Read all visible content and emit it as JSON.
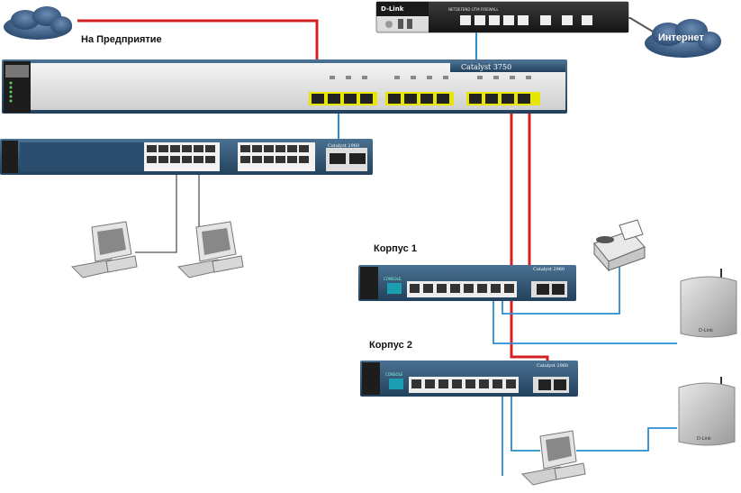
{
  "labels": {
    "enterprise": "На Предприятие",
    "internet": "Интернет",
    "building1": "Корпус 1",
    "building2": "Корпус 2"
  },
  "devices": {
    "core_switch": {
      "model": "Catalyst 3750"
    },
    "access_switch": {
      "model": "Catalyst 2960"
    },
    "building1_switch": {
      "model": "Catalyst 2960"
    },
    "building2_switch": {
      "model": "Catalyst 2960"
    },
    "firewall": {
      "brand": "D-Link",
      "model_text": "NETDEFEND UTM FIREWALL"
    },
    "ap1": {
      "brand": "D-Link"
    },
    "ap2": {
      "brand": "D-Link"
    },
    "console_label": "CONSOLE"
  },
  "colors": {
    "fiber_link": "#d42020",
    "copper_link": "#2a8fd0",
    "switch_body": "#2b4e6e",
    "cloud": "#3a5a80"
  }
}
